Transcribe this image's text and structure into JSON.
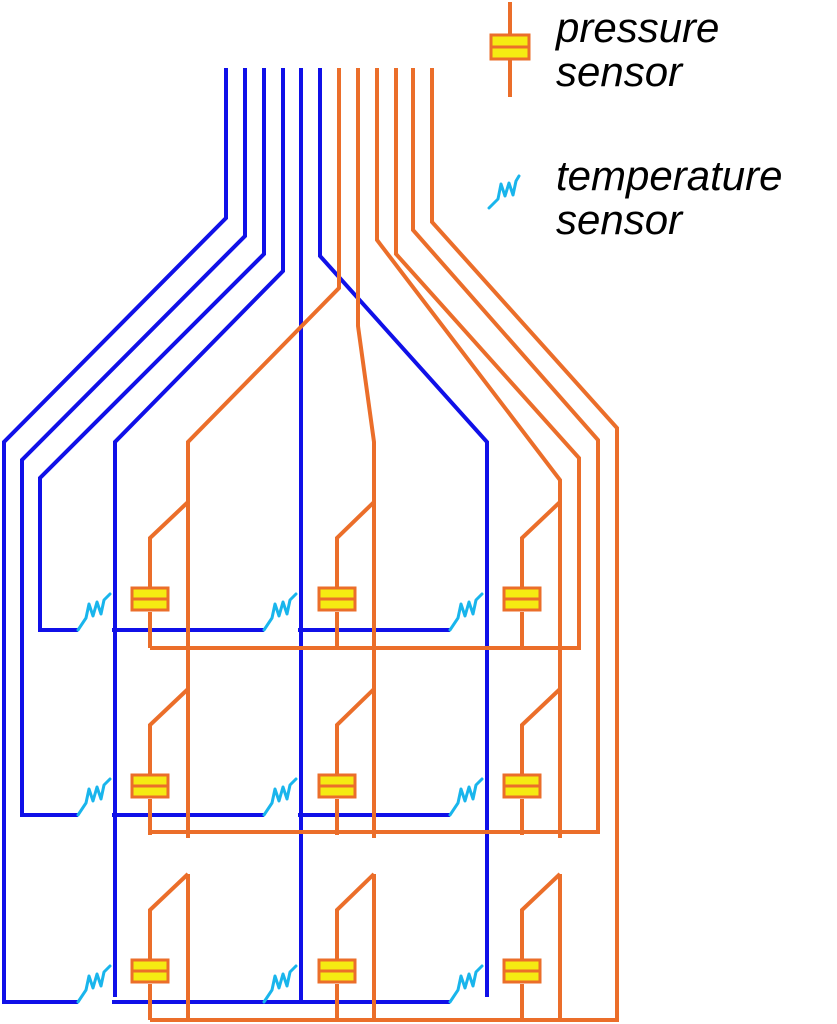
{
  "legend": {
    "pressure": {
      "line1": "pressure",
      "line2": "sensor",
      "icon": "capacitor-icon"
    },
    "temperature": {
      "line1": "temperature",
      "line2": "sensor",
      "icon": "thermistor-icon"
    }
  },
  "colors": {
    "temperature_wire": "#1010E8",
    "pressure_wire": "#EB6E2A",
    "thermistor": "#19B5EC",
    "capacitor_plate": "#F5EB12"
  },
  "sensor_grid": {
    "rows": 3,
    "columns": 3
  }
}
